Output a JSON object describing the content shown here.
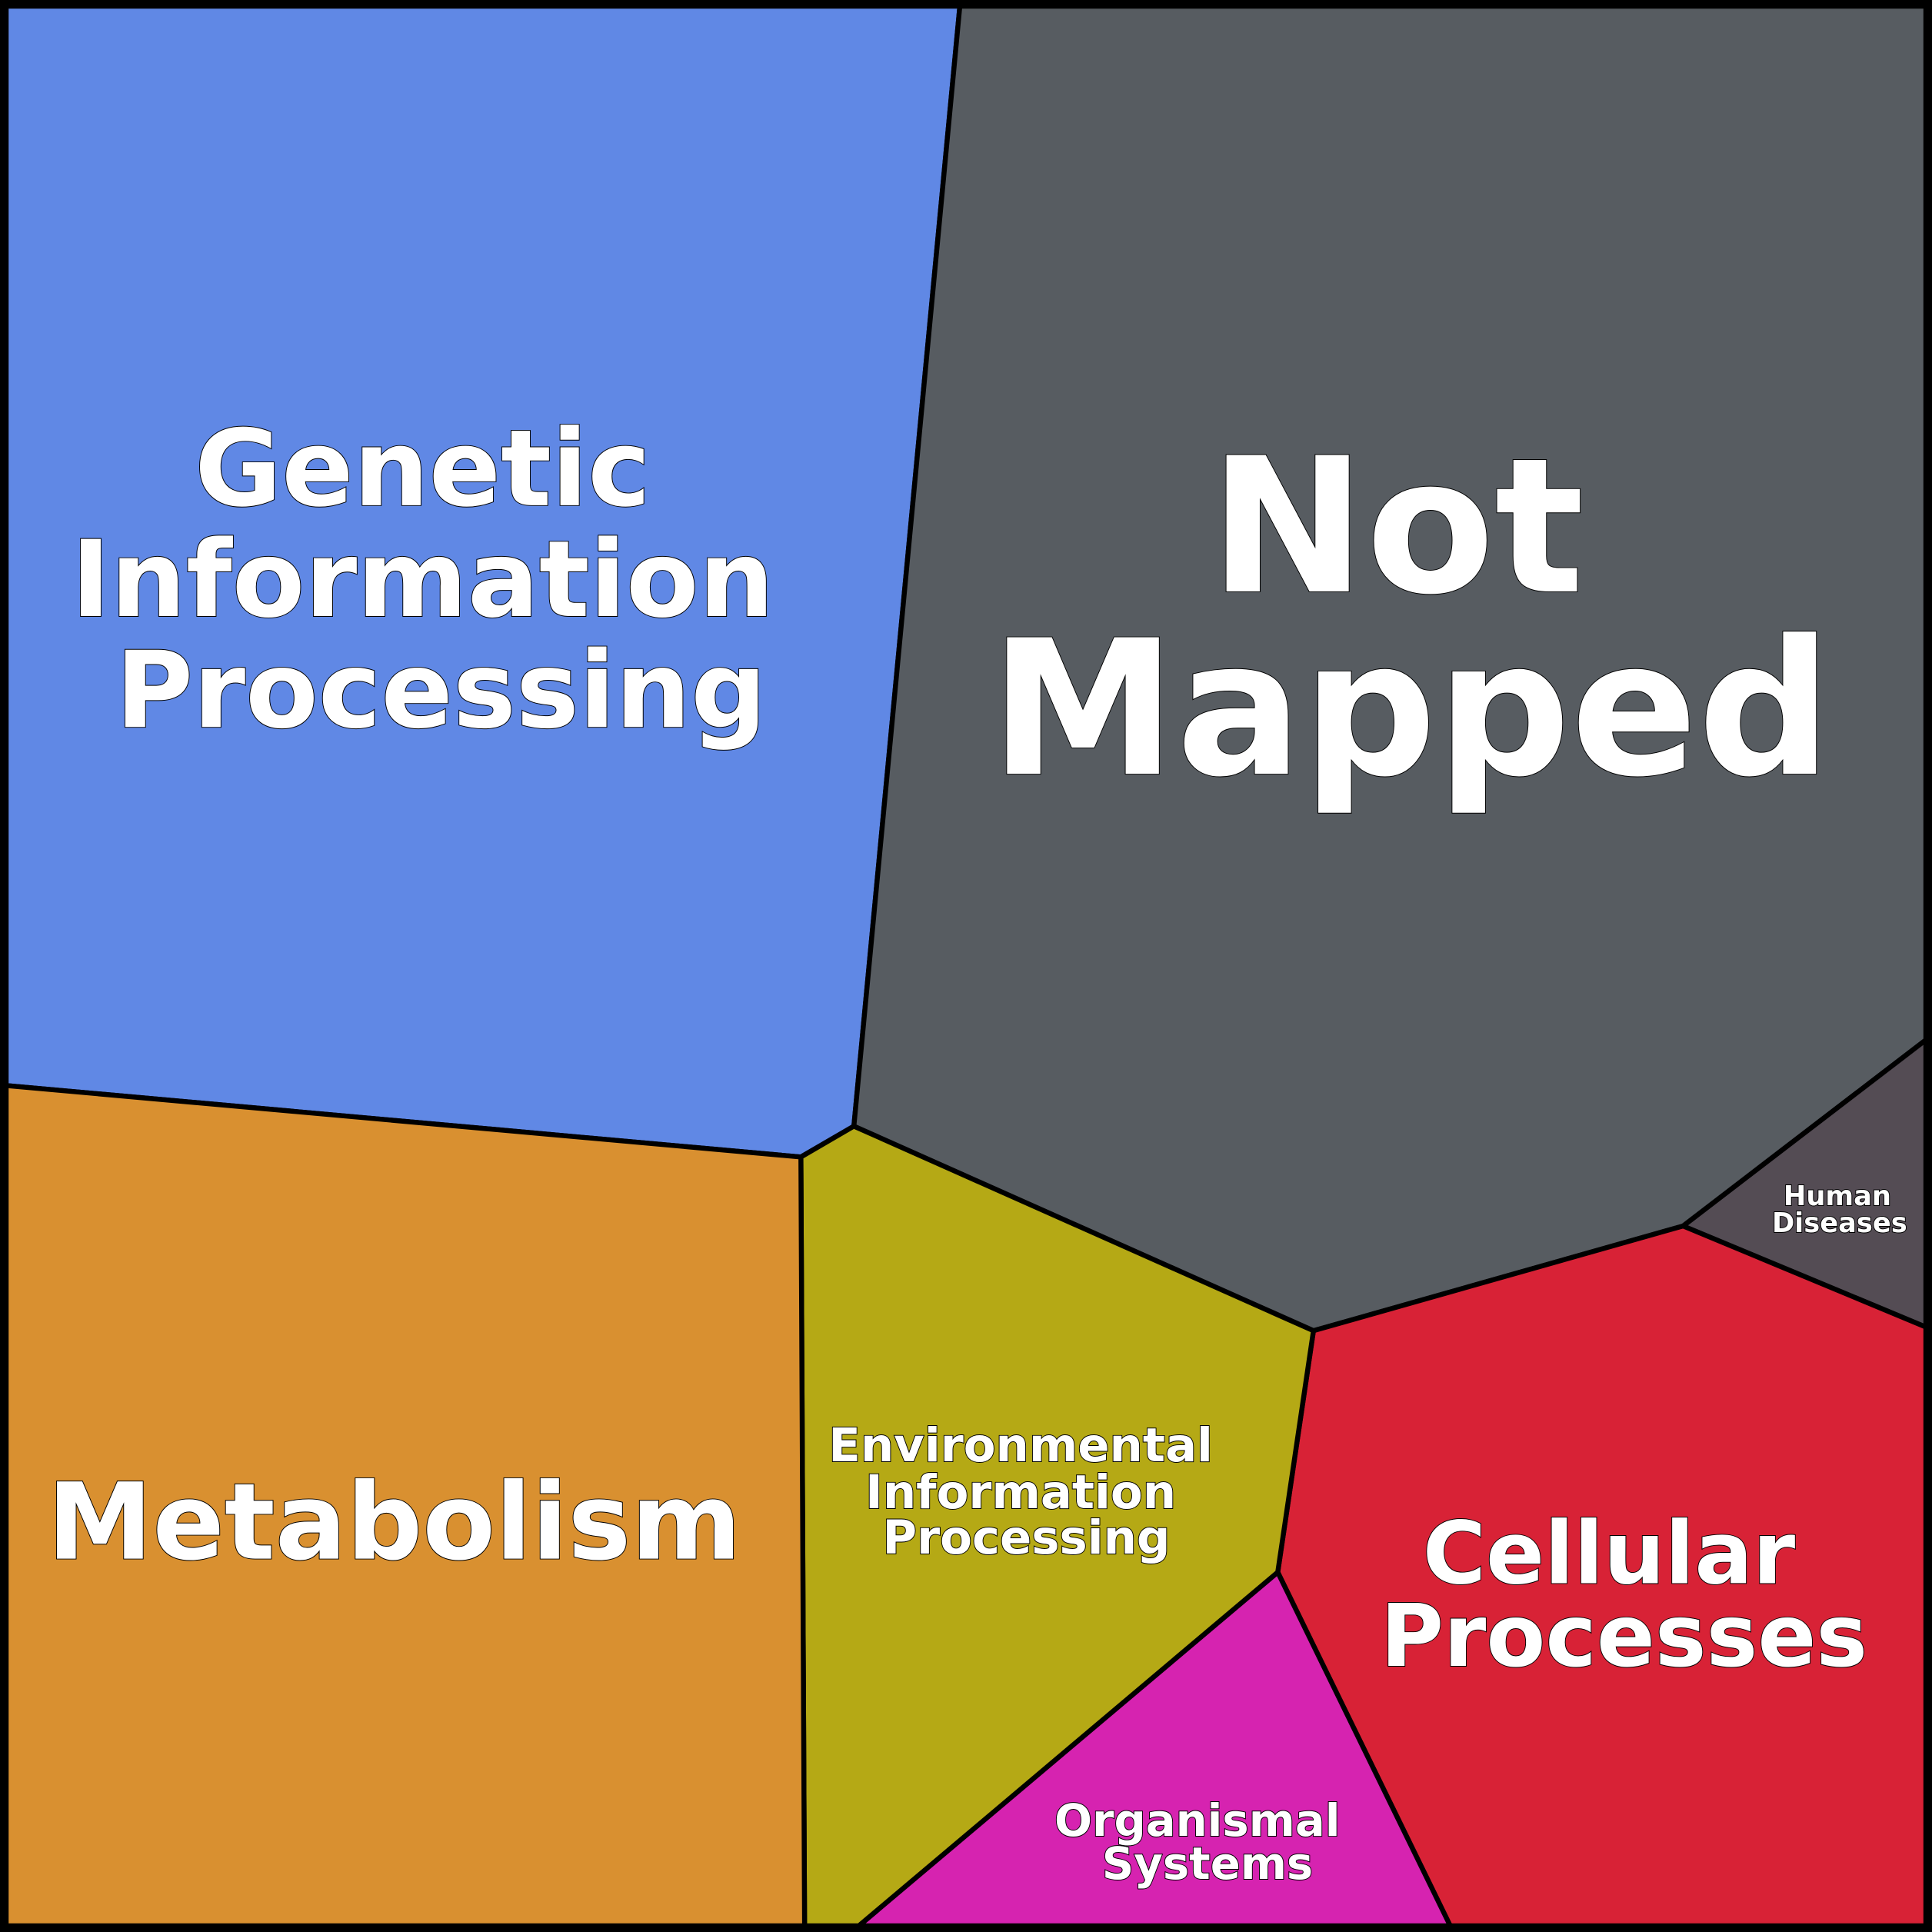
{
  "chart_data": {
    "type": "treemap",
    "title": "",
    "cells": [
      {
        "name": "genetic",
        "label_lines": [
          "Genetic",
          "Information",
          "Processing"
        ],
        "color": "#6088E5"
      },
      {
        "name": "not-mapped",
        "label_lines": [
          "Not",
          "Mapped"
        ],
        "color": "#575C61"
      },
      {
        "name": "human-diseases",
        "label_lines": [
          "Human",
          "Diseases"
        ],
        "color": "#544C54"
      },
      {
        "name": "cellular",
        "label_lines": [
          "Cellular",
          "Processes"
        ],
        "color": "#D82236"
      },
      {
        "name": "organismal",
        "label_lines": [
          "Organismal",
          "Systems"
        ],
        "color": "#D623B0"
      },
      {
        "name": "environmental",
        "label_lines": [
          "Environmental",
          "Information",
          "Processing"
        ],
        "color": "#B5A915"
      },
      {
        "name": "metabolism",
        "label_lines": [
          "Metabolism"
        ],
        "color": "#D99030"
      }
    ]
  }
}
